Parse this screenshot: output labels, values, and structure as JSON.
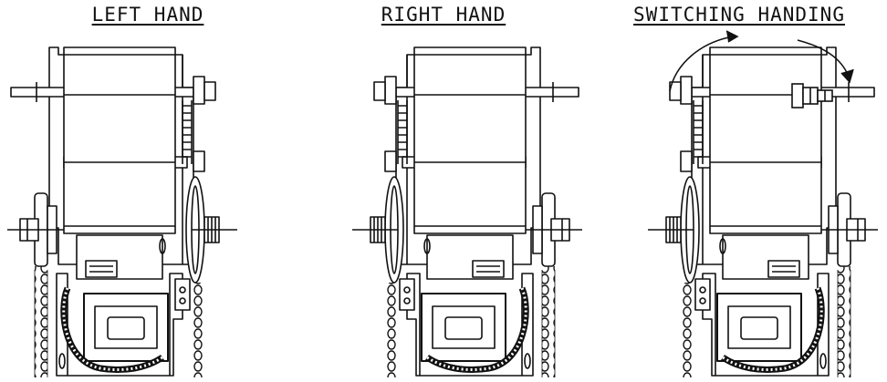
{
  "panels": [
    {
      "title": "LEFT HAND"
    },
    {
      "title": "RIGHT HAND"
    },
    {
      "title": "SWITCHING HANDING"
    }
  ],
  "colors": {
    "line": "#111111",
    "background": "#ffffff"
  }
}
